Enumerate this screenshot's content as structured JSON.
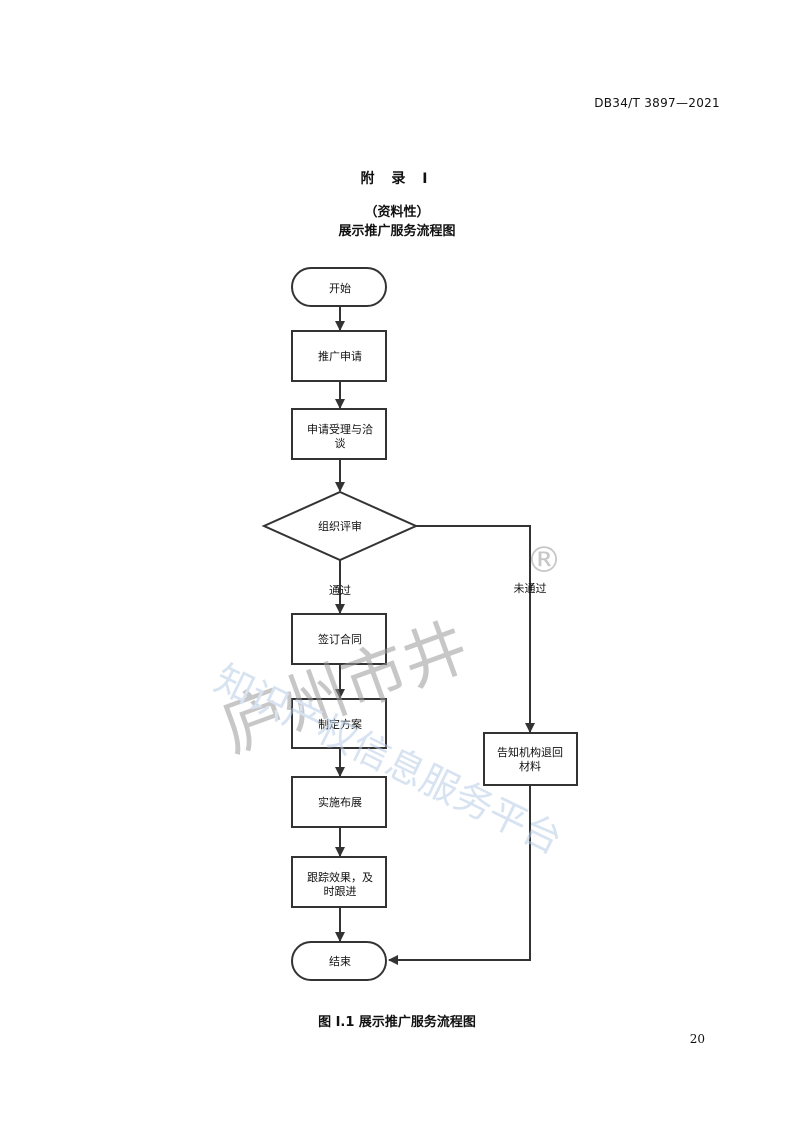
{
  "header": {
    "standard_code": "DB34/T 3897—2021"
  },
  "appendix": {
    "label": "附 录 I",
    "nature": "（资料性）",
    "title": "展示推广服务流程图"
  },
  "flowchart": {
    "nodes": {
      "start": "开始",
      "apply": "推广申请",
      "accept": "申请受理与洽谈",
      "review": "组织评审",
      "contract": "签订合同",
      "plan": "制定方案",
      "implement": "实施布展",
      "track": "跟踪效果，及时跟进",
      "notify": "告知机构退回材料",
      "end": "结束"
    },
    "edges": {
      "pass": "通过",
      "fail": "未通过"
    }
  },
  "figure_caption": "图 I.1 展示推广服务流程图",
  "page_number": "20",
  "watermark": {
    "main": "庐州市井",
    "registered": "®",
    "sub": "知识产权信息服务平台"
  }
}
